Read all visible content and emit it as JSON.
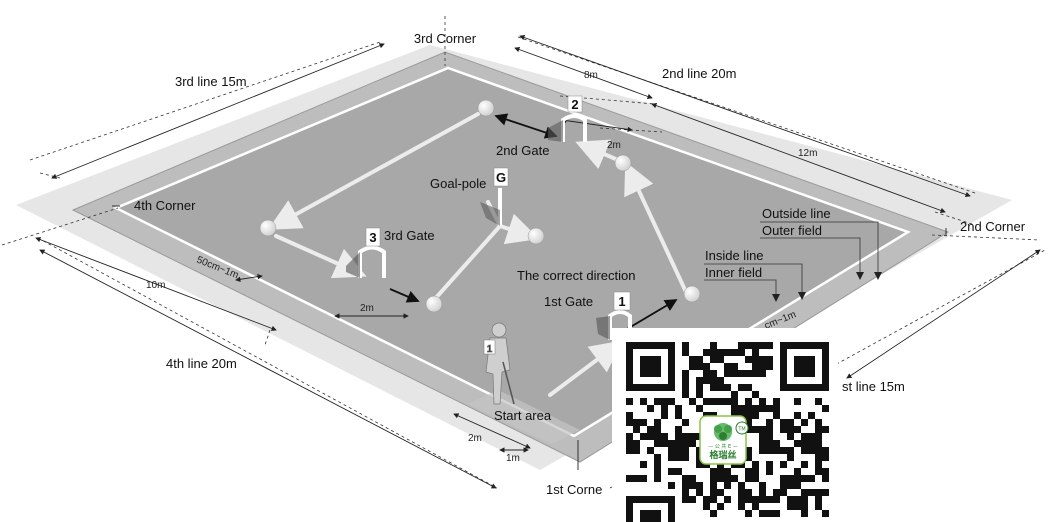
{
  "labels": {
    "corner3": "3rd Corner",
    "line3": "3rd line 15m",
    "line2": "2nd line 20m",
    "corner2": "2nd Corner",
    "corner4": "4th Corner",
    "line4": "4th line 20m",
    "line1": "st line 15m",
    "corner1": "1st Corne",
    "gate1": "1st Gate",
    "gate2": "2nd Gate",
    "gate3": "3rd Gate",
    "goal_pole": "Goal-pole",
    "correct_direction": "The correct direction",
    "outside_line": "Outside line",
    "outer_field": "Outer field",
    "inside_line": "Inside line",
    "inner_field": "Inner field",
    "start_area": "Start area"
  },
  "dimensions": {
    "top_8m": "8m",
    "right_12m": "12m",
    "left_10m": "10m",
    "gate2_2m": "2m",
    "gate3_2m": "2m",
    "start_2m": "2m",
    "start_1m": "1m",
    "margin_left": "50cm~1m",
    "margin_right": "cm~1m"
  },
  "markers": {
    "gate1": "1",
    "gate2": "2",
    "gate3": "3",
    "goal": "G",
    "player": "1"
  },
  "qr": {
    "logo_text": "格瑞丝",
    "logo_small": "— 公 共 E —",
    "tm": "TM"
  },
  "colors": {
    "outer_field": "#bdbdbd",
    "inner_field": "#a9a9a9",
    "shadow": "#e3e3e3",
    "line": "#ffffff",
    "arrow": "#e6e6e6"
  }
}
